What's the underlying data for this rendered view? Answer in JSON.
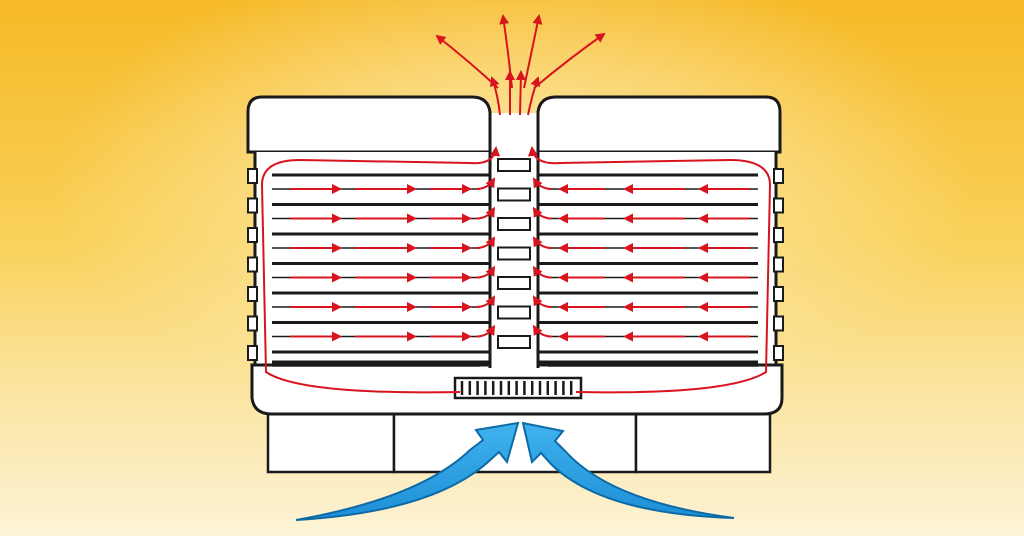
{
  "colors": {
    "background_top": "#f7c02f",
    "background_bottom": "#fdf1cf",
    "background_glow": "#fde6a0",
    "casing_fill": "#ffffff",
    "outline": "#1a1a1a",
    "hot_air_arrow": "#d8141f",
    "cool_air_arrow": "#1e96dc",
    "cool_air_outline": "#0e6aa6"
  },
  "diagram": {
    "shelf_count": 7,
    "stand_segments": 3,
    "airflow": {
      "intake_streams": 2,
      "exhaust_streams": 6,
      "direction": "bottom-to-top"
    }
  }
}
